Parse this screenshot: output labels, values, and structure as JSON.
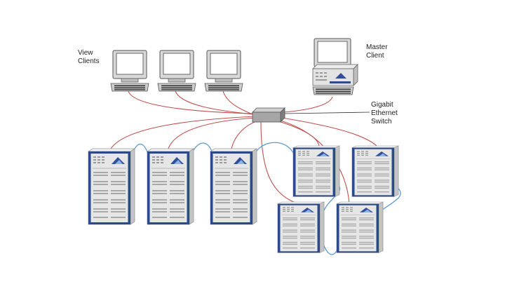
{
  "labels": {
    "view_clients": [
      "View",
      "Clients"
    ],
    "master_client": [
      "Master",
      "Client"
    ],
    "switch": [
      "Gigabit",
      "Ethernet",
      "Switch"
    ]
  },
  "colors": {
    "background": "#ffffff",
    "network_cable": "#c0504d",
    "interconnect_cable": "#5b9bd5",
    "rack_body": "#e6e6e6",
    "rack_side": "#c4c4c4",
    "rack_trim": "#2a4a8c",
    "monitor_body": "#d9d9d9",
    "screen": "#ffffff",
    "switch_body": "#a6a6a6"
  },
  "icons": {
    "view_client": "crt-monitor-with-keyboard",
    "master_client": "crt-monitor-on-desktop-unit",
    "switch": "network-switch-box",
    "rack": "storage-rack-cabinet"
  },
  "counts": {
    "view_clients": 3,
    "server_racks": 7
  }
}
